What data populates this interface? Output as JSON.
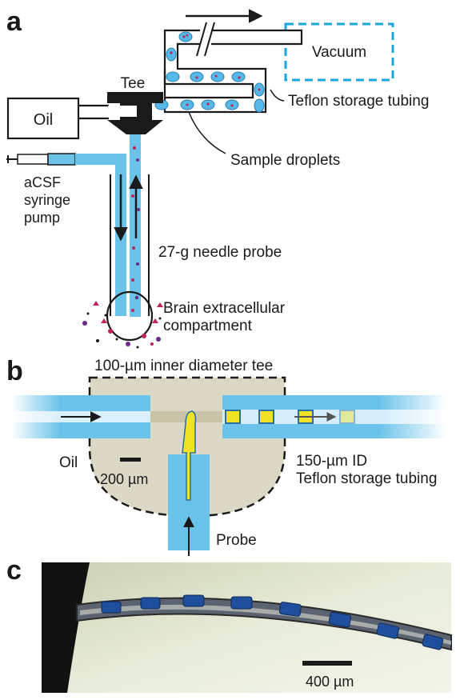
{
  "panels": {
    "a": "a",
    "b": "b",
    "c": "c"
  },
  "panel_a": {
    "vacuum": "Vacuum",
    "tee": "Tee",
    "oil": "Oil",
    "teflon": "Teflon storage tubing",
    "droplets": "Sample droplets",
    "pump": [
      "aCSF",
      "syringe",
      "pump"
    ],
    "needle": "27-g needle probe",
    "brain": [
      "Brain extracellular",
      "compartment"
    ]
  },
  "panel_b": {
    "tee_label": "100-µm inner diameter tee",
    "oil": "Oil",
    "scale": "200 µm",
    "tubing": [
      "150-µm ID",
      "Teflon storage tubing"
    ],
    "probe": "Probe"
  },
  "panel_c": {
    "scale": "400 µm"
  },
  "colors": {
    "tubing_blue": "#6cc3ea",
    "droplet_blue": "#55b8e6",
    "tee_fill": "#dcd8c6",
    "sample_yellow": "#f0e326",
    "particle_red": "#c0245a",
    "particle_purple": "#6a2a8a",
    "vacuum_border": "#1aa7e0"
  }
}
